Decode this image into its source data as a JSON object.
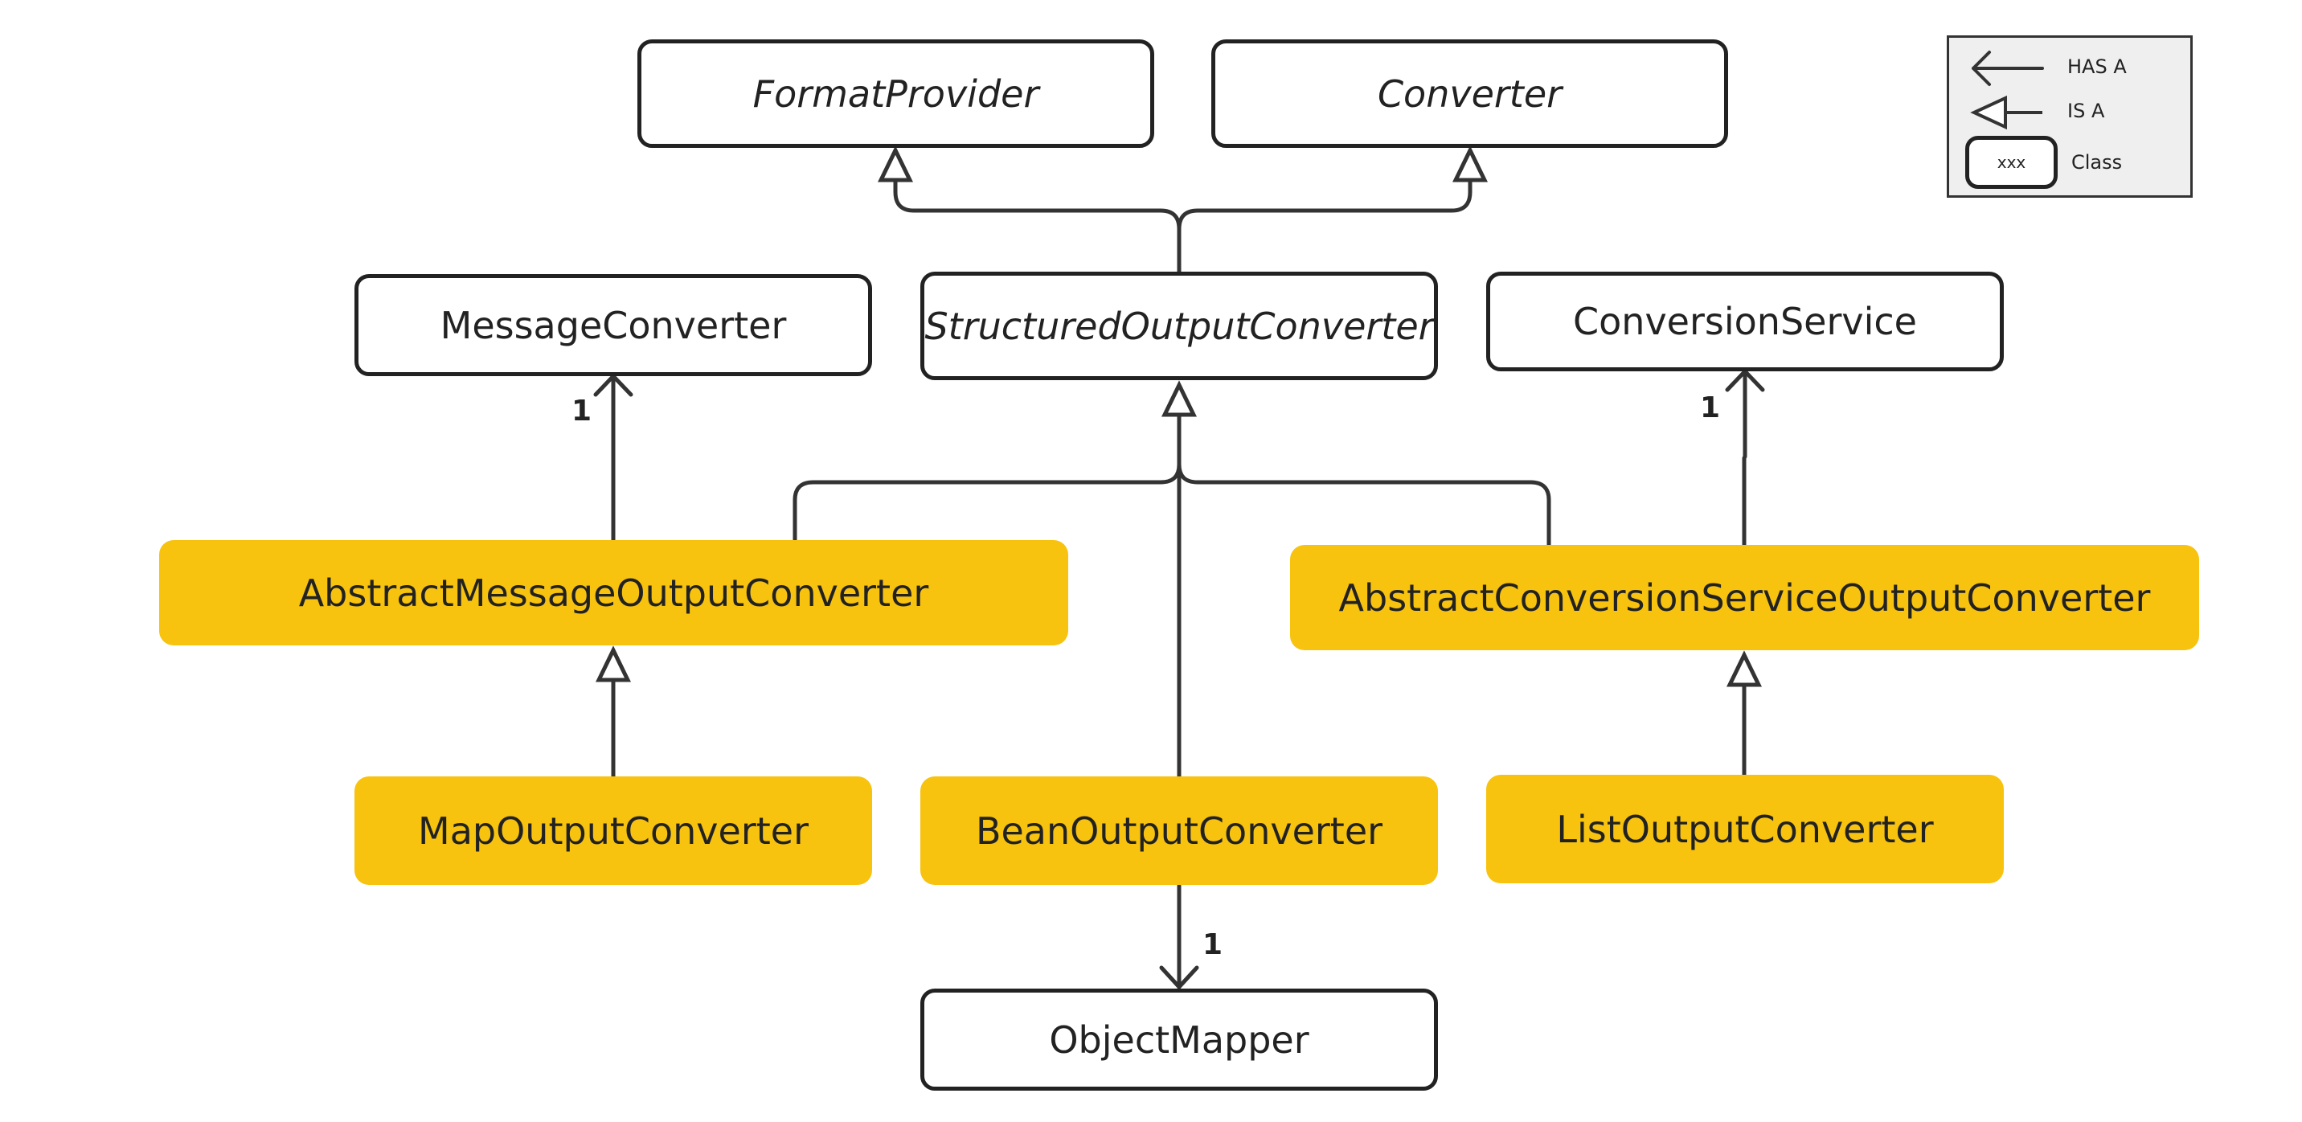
{
  "nodes": {
    "format_provider": "FormatProvider",
    "converter": "Converter",
    "message_converter": "MessageConverter",
    "structured_output_converter": "StructuredOutputConverter",
    "conversion_service": "ConversionService",
    "abstract_message_output_converter": "AbstractMessageOutputConverter",
    "abstract_conversion_service_output_converter": "AbstractConversionServiceOutputConverter",
    "map_output_converter": "MapOutputConverter",
    "bean_output_converter": "BeanOutputConverter",
    "list_output_converter": "ListOutputConverter",
    "object_mapper": "ObjectMapper"
  },
  "multiplicities": {
    "message_converter": "1",
    "conversion_service": "1",
    "object_mapper": "1"
  },
  "legend": {
    "has_a": "HAS A",
    "is_a": "IS A",
    "class_box": "xxx",
    "class_label": "Class"
  },
  "colors": {
    "implementation_fill": "#f7c30f",
    "line": "#333333",
    "legend_fill": "#efefef"
  }
}
